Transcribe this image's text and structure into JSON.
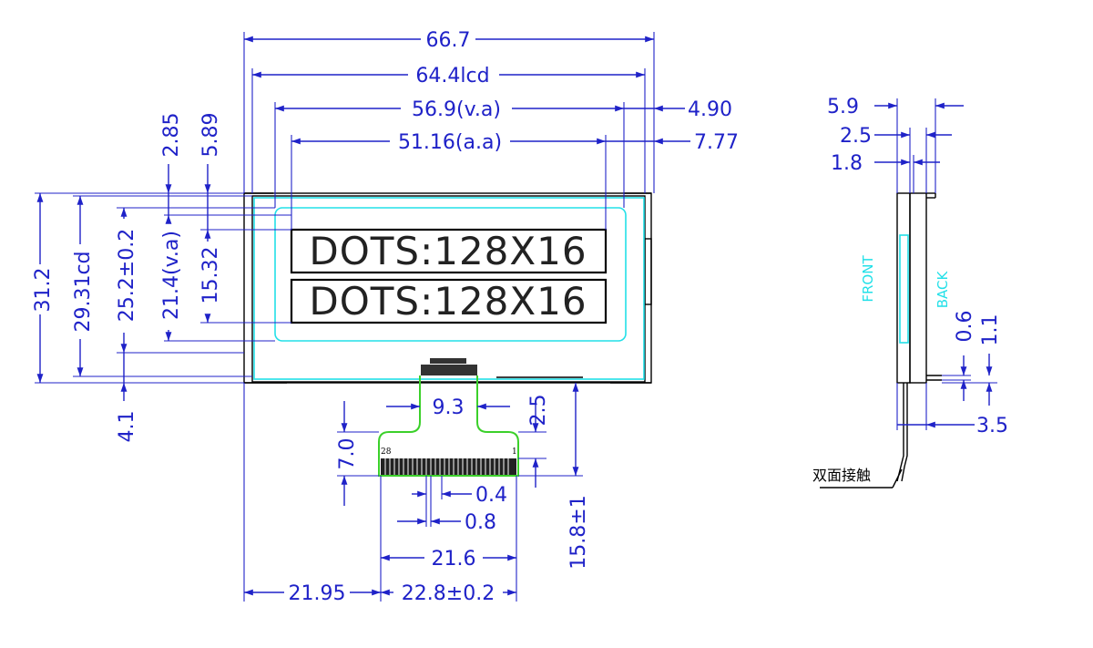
{
  "display": {
    "line1": "DOTS:128X16",
    "line2": "DOTS:128X16"
  },
  "dimensions": {
    "overall_width": "66.7",
    "lcd_width": "64.4lcd",
    "view_area_width": "56.9(v.a)",
    "active_area_width": "51.16(a.a)",
    "right_offset_va": "4.90",
    "right_offset_aa": "7.77",
    "top_2_85": "2.85",
    "top_5_89": "5.89",
    "overall_height": "31.2",
    "lcd_height": "29.31cd",
    "inner_height": "25.2±0.2",
    "va_height": "21.4(v.a)",
    "aa_height": "15.32",
    "bottom_4_1": "4.1",
    "fpc_neck": "9.3",
    "fpc_2_5": "2.5",
    "fpc_7_0": "7.0",
    "fpc_15_8": "15.8±1",
    "pin_width": "0.4",
    "pin_pitch": "0.8",
    "pins_span": "21.6",
    "fpc_left": "21.95",
    "fpc_width": "22.8±0.2"
  },
  "connector": {
    "pin_first": "28",
    "pin_last": "1"
  },
  "side_view": {
    "front": "FRONT",
    "back": "BACK",
    "dim_5_9": "5.9",
    "dim_2_5": "2.5",
    "dim_1_8": "1.8",
    "dim_0_6": "0.6",
    "dim_1_1": "1.1",
    "dim_3_5": "3.5",
    "note": "双面接触"
  },
  "colors": {
    "dimension": "#1f22c8",
    "outline": "#000000",
    "viewing": "#22e0e8",
    "fpc": "#3bd02a"
  }
}
